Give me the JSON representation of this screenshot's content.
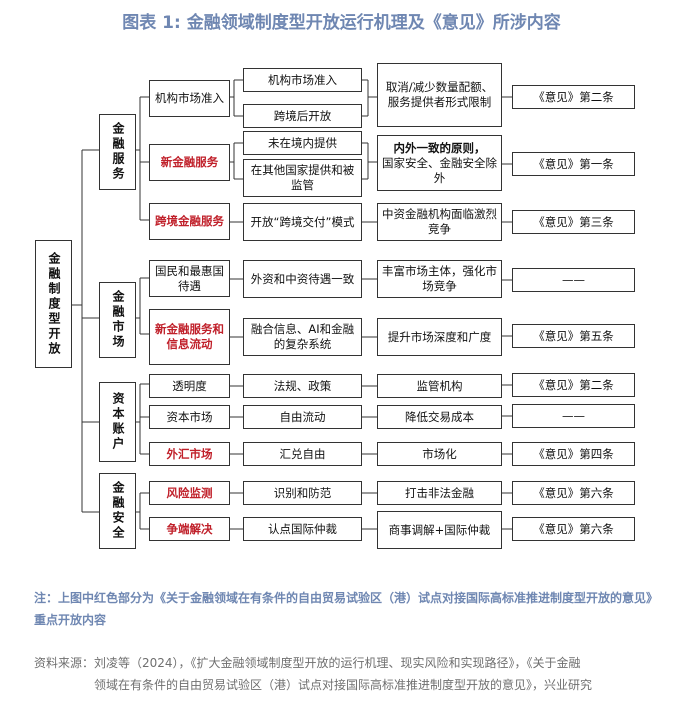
{
  "title": "图表 1:   金融领域制度型开放运行机理及《意见》所涉内容",
  "root": "金融制度型开放",
  "categories": [
    "金融服务",
    "金融市场",
    "资本账户",
    "金融安全"
  ],
  "rows": {
    "r1": {
      "label": "机构市场准入",
      "m1": "机构市场准入",
      "m2": "跨境后开放",
      "effect": "取消/减少数量配额、服务提供者形式限制",
      "ref": "《意见》第二条"
    },
    "r2": {
      "label": "新金融服务",
      "m1": "未在境内提供",
      "m2": "在其他国家提供和被监管",
      "effect_bold": "内外一致的原则，",
      "effect": "国家安全、金融安全除外",
      "ref": "《意见》第一条"
    },
    "r3": {
      "label": "跨境金融服务",
      "m": "开放“跨境交付”模式",
      "effect": "中资金融机构面临激烈竞争",
      "ref": "《意见》第三条"
    },
    "r4": {
      "label": "国民和最惠国待遇",
      "m": "外资和中资待遇一致",
      "effect": "丰富市场主体，强化市场竞争",
      "ref": "——"
    },
    "r5": {
      "label": "新金融服务和信息流动",
      "m": "融合信息、AI和金融的复杂系统",
      "effect": "提升市场深度和广度",
      "ref": "《意见》第五条"
    },
    "r6": {
      "label": "透明度",
      "m": "法规、政策",
      "effect": "监管机构",
      "ref": "《意见》第二条"
    },
    "r7": {
      "label": "资本市场",
      "m": "自由流动",
      "effect": "降低交易成本",
      "ref": "——"
    },
    "r8": {
      "label": "外汇市场",
      "m": "汇兑自由",
      "effect": "市场化",
      "ref": "《意见》第四条"
    },
    "r9": {
      "label": "风险监测",
      "m": "识别和防范",
      "effect": "打击非法金融",
      "ref": "《意见》第六条"
    },
    "r10": {
      "label": "争端解决",
      "m": "认点国际仲裁",
      "effect": "商事调解+国际仲裁",
      "ref": "《意见》第六条"
    }
  },
  "note": "注：上图中红色部分为《关于金融领域在有条件的自由贸易试验区（港）试点对接国际高标准推进制度型开放的意见》重点开放内容",
  "source_line1": "资料来源：刘凌等（2024），《扩大金融领域制度型开放的运行机理、现实风险和实现路径》，《关于金融",
  "source_line2": "领域在有条件的自由贸易试验区（港）试点对接国际高标准推进制度型开放的意见》，兴业研究",
  "colors": {
    "title": "#6f87b2",
    "highlight": "#c0202a",
    "note": "#6f87b2",
    "source": "#6f6f6f",
    "line": "#333333"
  }
}
